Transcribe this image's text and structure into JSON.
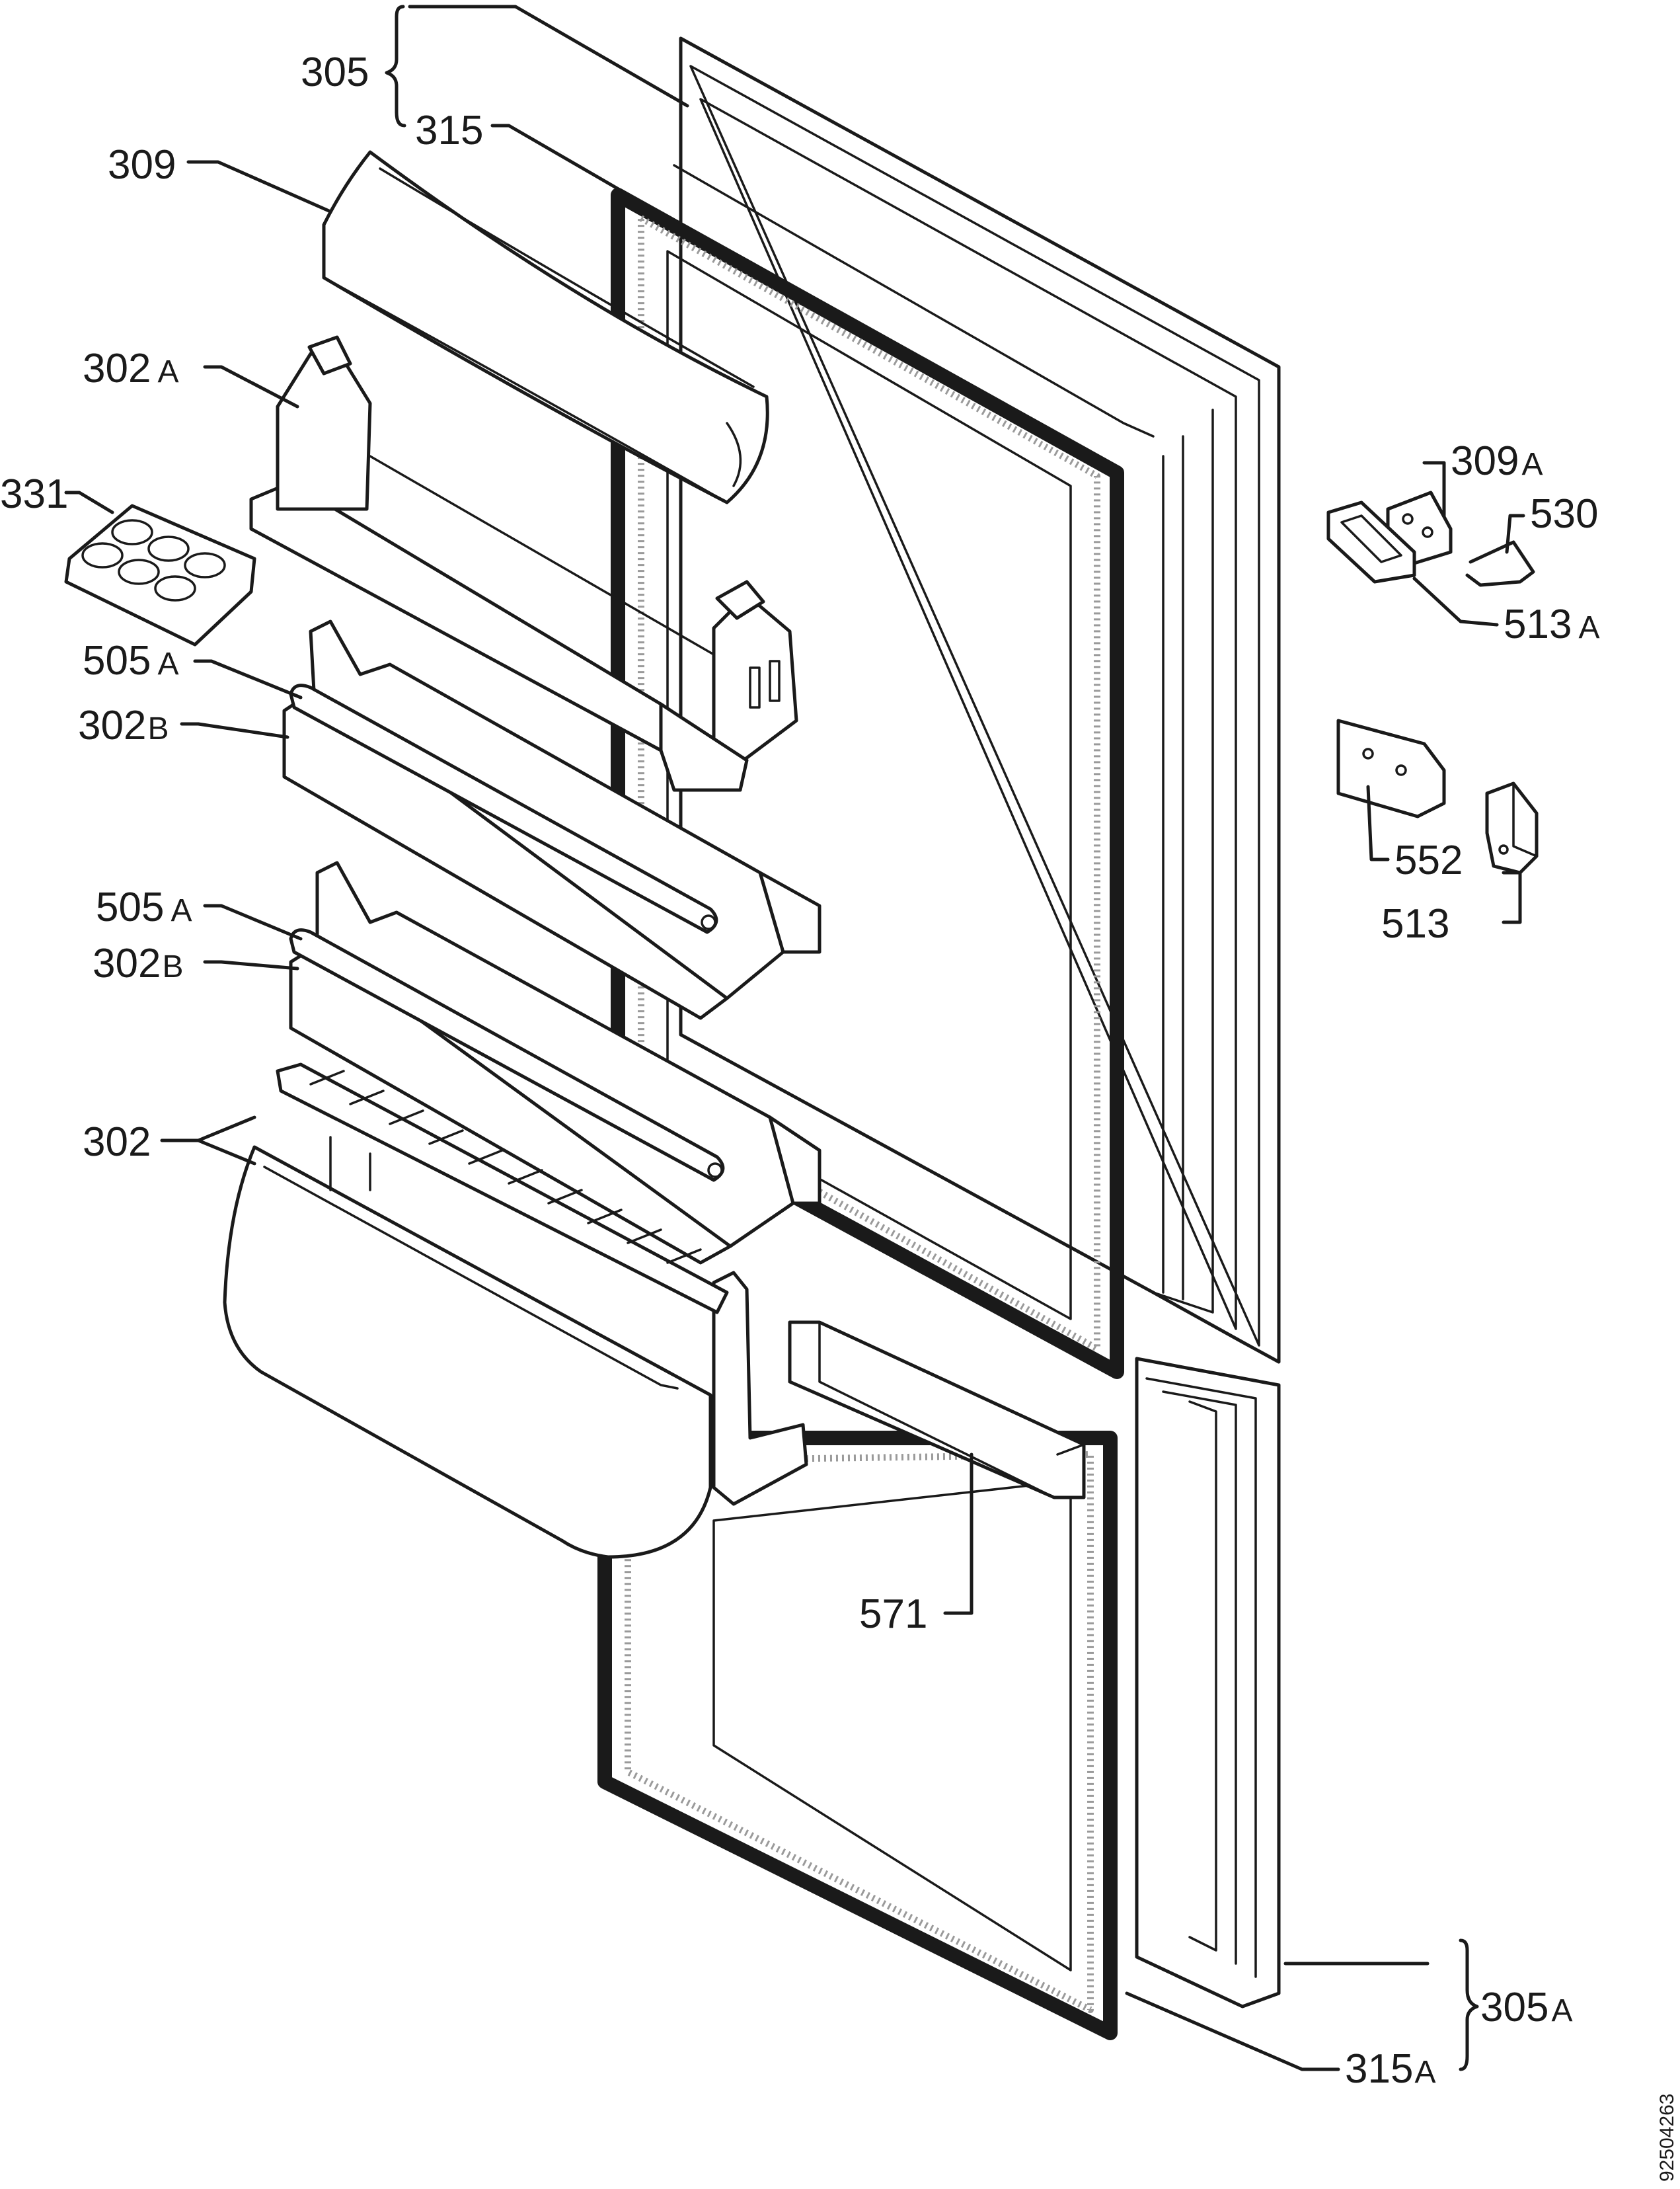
{
  "labels": {
    "l305": {
      "num": "305",
      "suf": ""
    },
    "l315": {
      "num": "315",
      "suf": ""
    },
    "l309": {
      "num": "309",
      "suf": ""
    },
    "l302a": {
      "num": "302",
      "suf": "A"
    },
    "l331": {
      "num": "331",
      "suf": ""
    },
    "l505a1": {
      "num": "505",
      "suf": "A"
    },
    "l302b1": {
      "num": "302",
      "suf": "B"
    },
    "l505a2": {
      "num": "505",
      "suf": "A"
    },
    "l302b2": {
      "num": "302",
      "suf": "B"
    },
    "l302": {
      "num": "302",
      "suf": ""
    },
    "l309a": {
      "num": "309",
      "suf": "A"
    },
    "l530": {
      "num": "530",
      "suf": ""
    },
    "l513a": {
      "num": "513",
      "suf": "A"
    },
    "l552": {
      "num": "552",
      "suf": ""
    },
    "l513": {
      "num": "513",
      "suf": ""
    },
    "l571": {
      "num": "571",
      "suf": ""
    },
    "l305a": {
      "num": "305",
      "suf": "A"
    },
    "l315a": {
      "num": "315",
      "suf": "A"
    }
  },
  "drawing_number": "92504263"
}
